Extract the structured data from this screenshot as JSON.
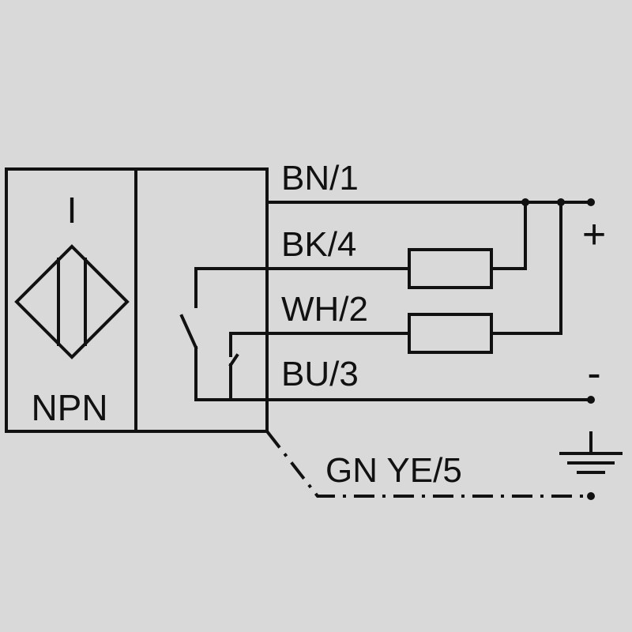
{
  "sensor": {
    "type_symbol": "I",
    "output_type": "NPN"
  },
  "wires": [
    {
      "label": "BN/1"
    },
    {
      "label": "BK/4"
    },
    {
      "label": "WH/2"
    },
    {
      "label": "BU/3"
    },
    {
      "label": "GN YE/5"
    }
  ],
  "terminals": {
    "plus": "+",
    "minus": "-"
  },
  "colors": {
    "background": "#d9d9d9",
    "line": "#111111"
  },
  "icons": [
    "inductive-sensor-symbol-icon",
    "switch-contact-icon",
    "resistor-icon",
    "ground-icon"
  ]
}
